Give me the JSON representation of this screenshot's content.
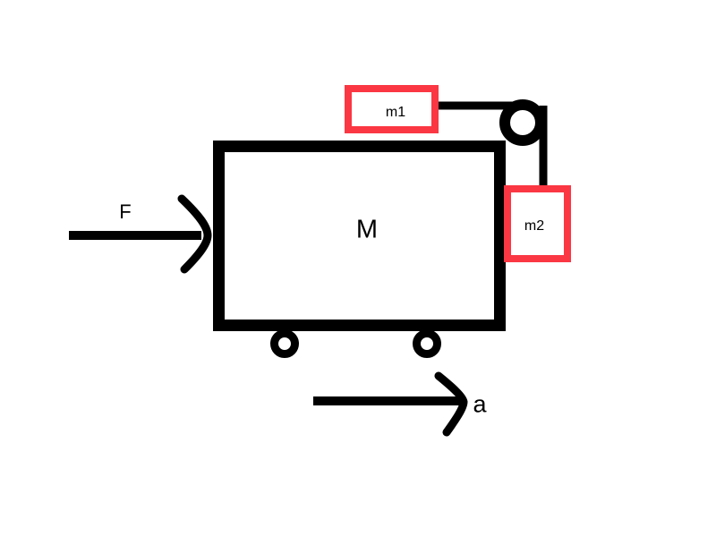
{
  "diagram": {
    "labels": {
      "force": "F",
      "main_mass": "M",
      "acceleration": "a",
      "top_mass": "m1",
      "hanging_mass": "m2"
    },
    "colors": {
      "ink": "#000000",
      "mass_box_red": "#fa3743",
      "background": "#ffffff"
    }
  }
}
